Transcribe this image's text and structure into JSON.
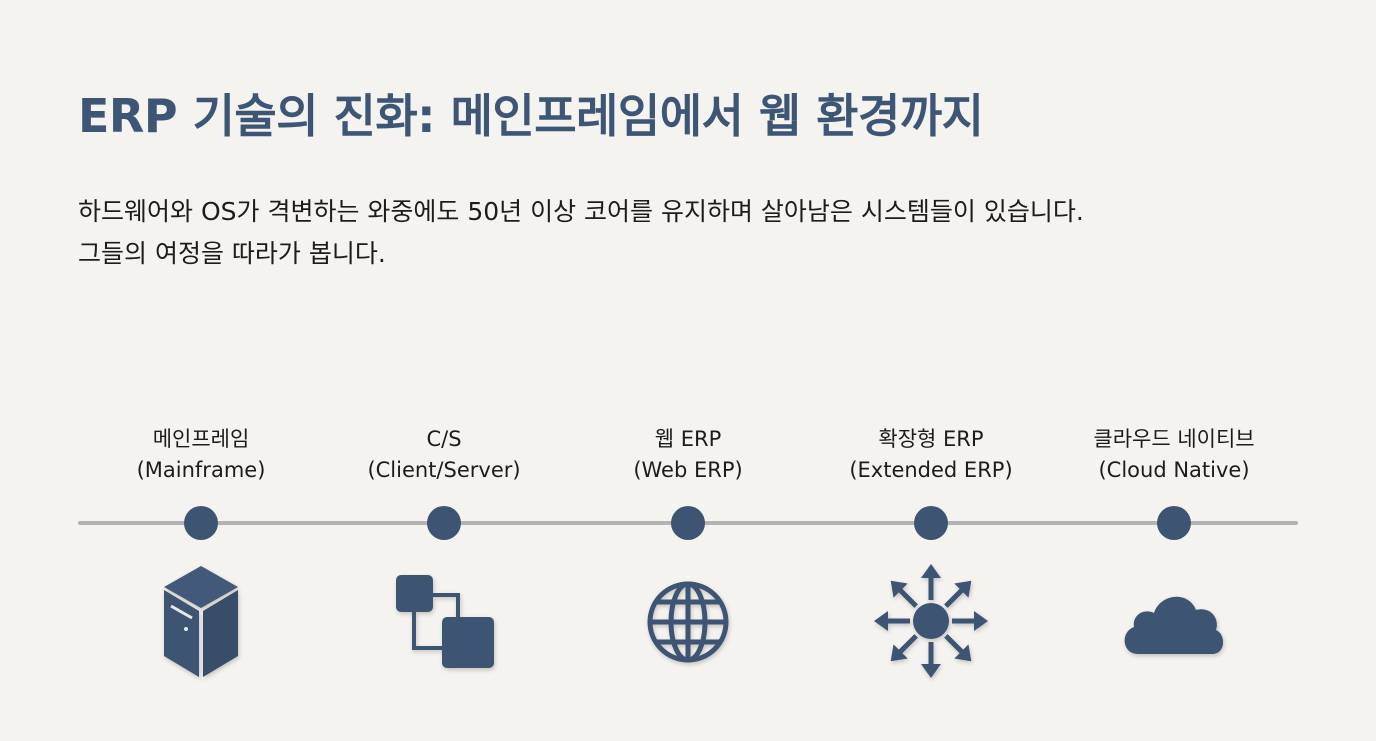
{
  "title": "ERP 기술의 진화: 메인프레임에서 웹 환경까지",
  "subtitle": {
    "line1": "하드웨어와 OS가 격변하는 와중에도 50년 이상 코어를 유지하며 살아남은 시스템들이 있습니다.",
    "line2": "그들의 여정을 따라가 봅니다."
  },
  "stages": [
    {
      "name": "메인프레임",
      "en": "(Mainframe)",
      "icon": "server-tower-icon"
    },
    {
      "name": "C/S",
      "en": "(Client/Server)",
      "icon": "client-server-icon"
    },
    {
      "name": "웹 ERP",
      "en": "(Web ERP)",
      "icon": "globe-icon"
    },
    {
      "name": "확장형 ERP",
      "en": "(Extended ERP)",
      "icon": "expand-arrows-icon"
    },
    {
      "name": "클라우드 네이티브",
      "en": "(Cloud Native)",
      "icon": "cloud-icon"
    }
  ],
  "colors": {
    "accent": "#3d5472",
    "title": "#3d5675",
    "background": "#f5f3ef",
    "line": "#b3b3b3"
  }
}
